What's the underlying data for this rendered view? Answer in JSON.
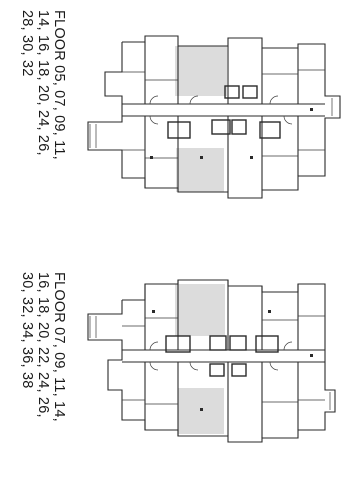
{
  "plans": [
    {
      "label_lines": [
        "FLOOR 05, 07, 09, 11,",
        "14, 16, 18, 20, 24, 26,",
        "28, 30, 32"
      ]
    },
    {
      "label_lines": [
        "FLOOR 07, 09, 11, 14,",
        "16, 18, 20, 22, 24, 26,",
        "30, 32, 34, 36, 38"
      ]
    }
  ]
}
